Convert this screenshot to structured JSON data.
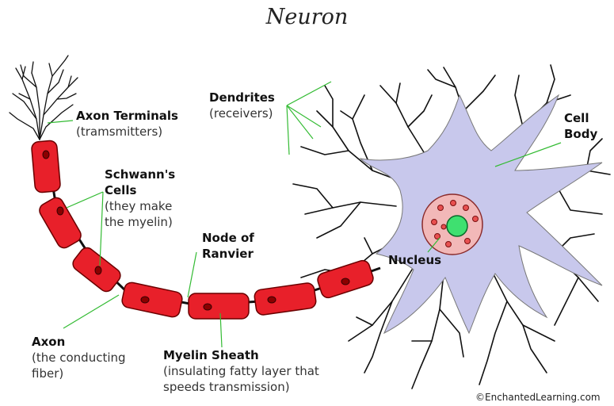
{
  "title": "Neuron",
  "labels": {
    "axon_terminals": {
      "name": "Axon Terminals",
      "desc": "(tramsmitters)"
    },
    "dendrites": {
      "name": "Dendrites",
      "desc": "(receivers)"
    },
    "cell_body": {
      "line1": "Cell",
      "line2": "Body"
    },
    "schwanns_cells": {
      "line1": "Schwann's",
      "line2": "Cells",
      "desc1": "(they make",
      "desc2": "the myelin)"
    },
    "node_of_ranvier": {
      "line1": "Node of",
      "line2": "Ranvier"
    },
    "nucleus": {
      "name": "Nucleus"
    },
    "axon": {
      "name": "Axon",
      "desc1": "(the conducting",
      "desc2": "fiber)"
    },
    "myelin_sheath": {
      "name": "Myelin Sheath",
      "desc1": "(insulating fatty layer that",
      "desc2": "speeds transmission)"
    }
  },
  "credit": "©EnchantedLearning.com",
  "colors": {
    "myelin": "#e8202a",
    "myelin_outline": "#6a0000",
    "cell_body": "#c8c8ec",
    "nucleus_ring": "#f2b8b8",
    "nucleolus": "#3fe070",
    "leader_line": "#33bb33"
  }
}
